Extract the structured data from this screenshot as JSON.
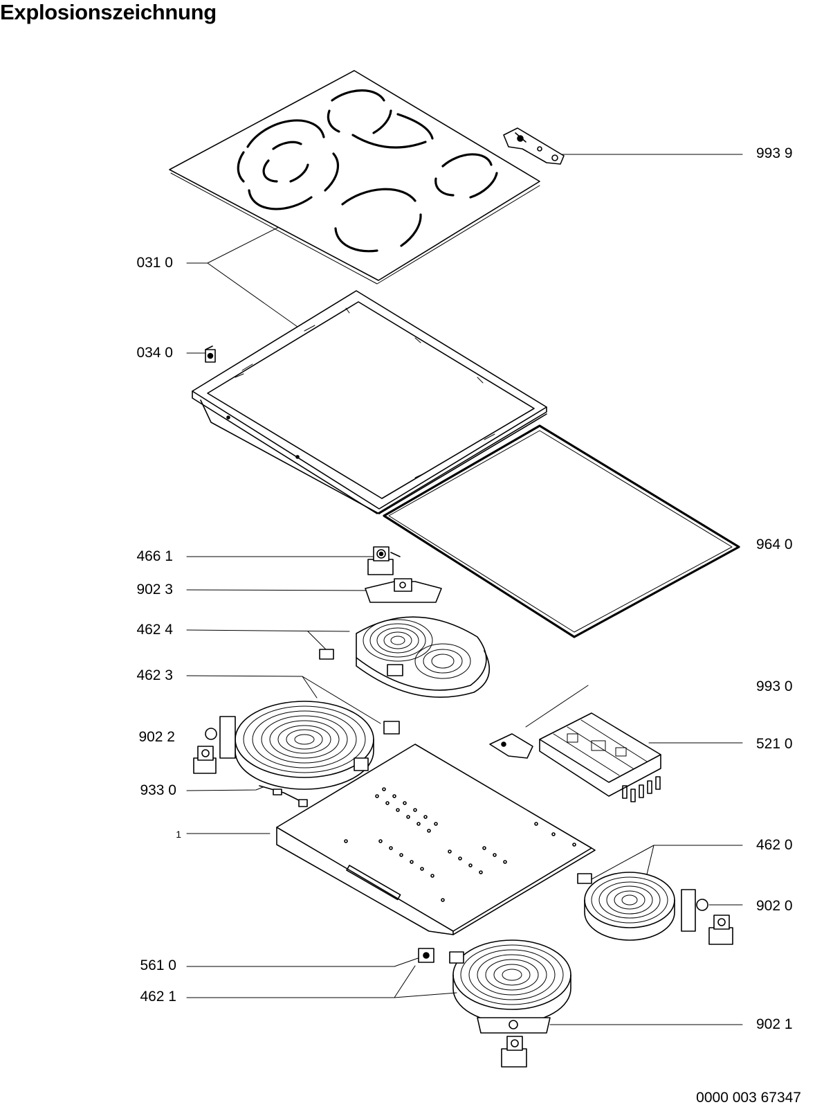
{
  "title": "Explosionszeichnung",
  "document_number": "0000 003 67347",
  "left_labels": [
    "031 0",
    "034 0",
    "466 1",
    "902 3",
    "462 4",
    "462 3",
    "902 2",
    "933 0",
    "1",
    "561 0",
    "462 1"
  ],
  "right_labels": [
    "993 9",
    "964 0",
    "993 0",
    "521 0",
    "462 0",
    "902 0",
    "902 1"
  ],
  "colors": {
    "ink": "#000000",
    "background": "#ffffff"
  }
}
